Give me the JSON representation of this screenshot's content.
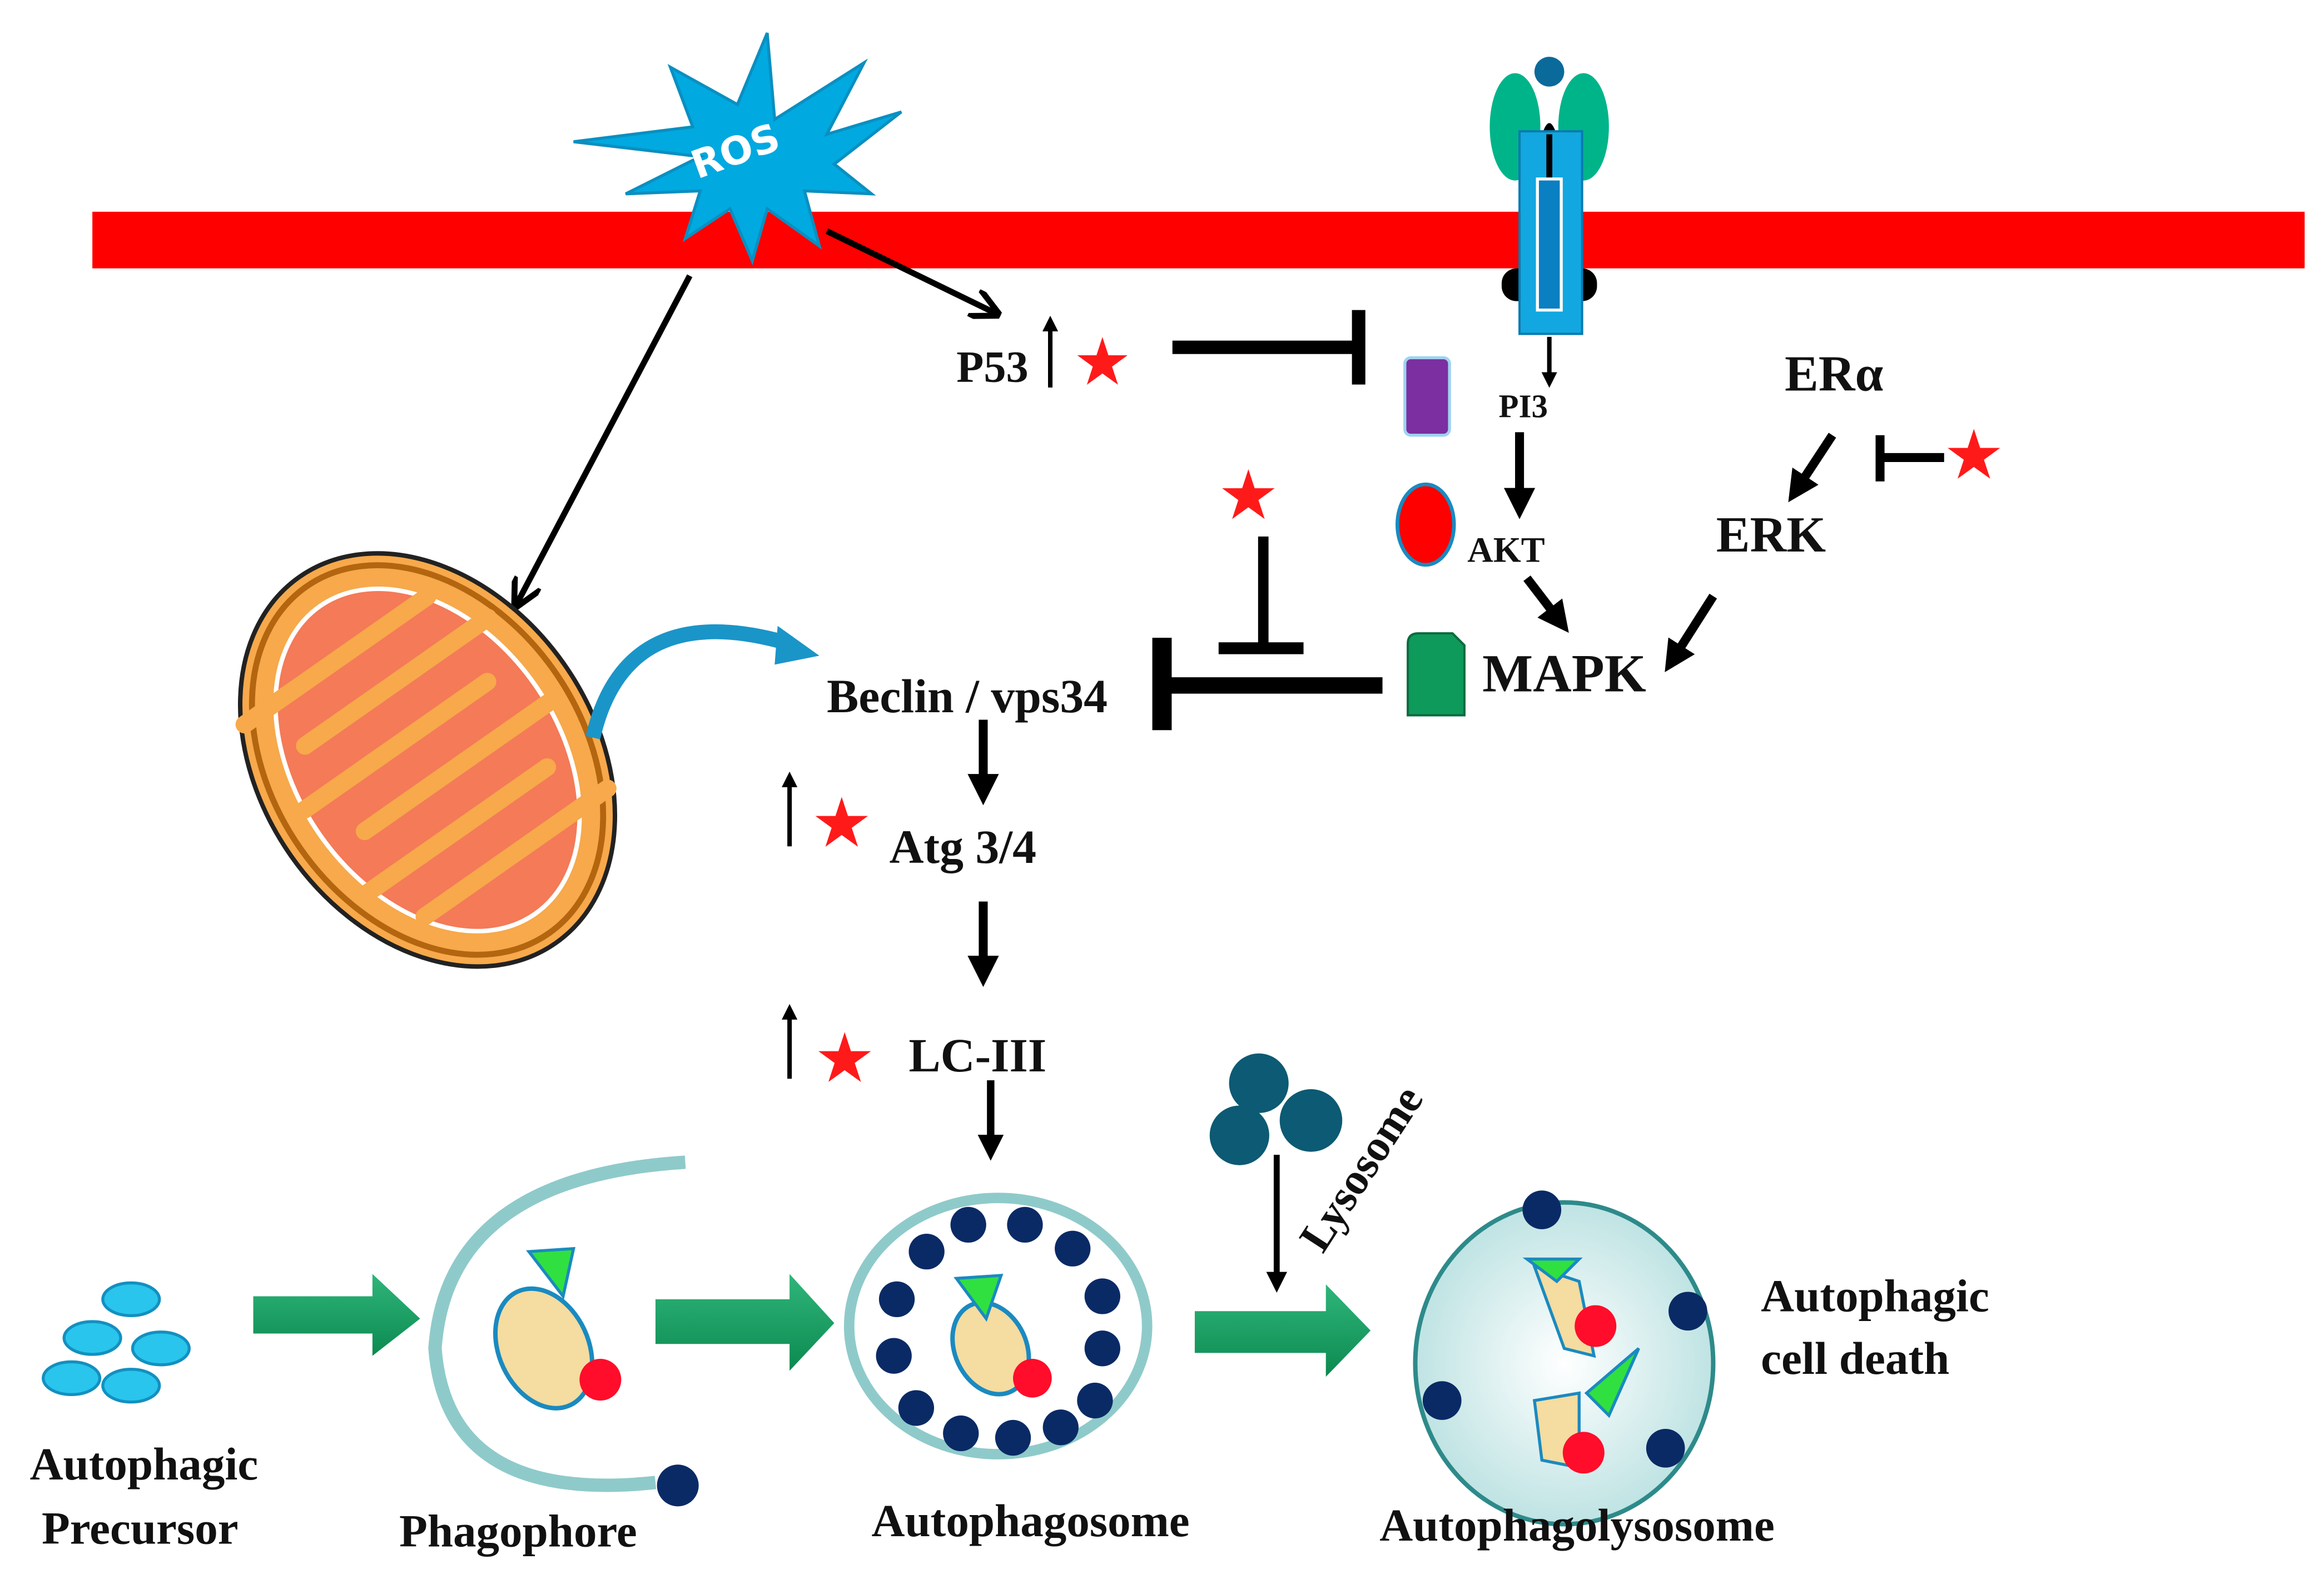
{
  "labels": {
    "ros": "ROS",
    "p53": "P53",
    "pi3": "PI3",
    "akt": "AKT",
    "mapk": "MAPK",
    "era": "ERα",
    "erk": "ERK",
    "beclin": "Beclin / vps34",
    "atg": "Atg 3/4",
    "lc3": "LC-III",
    "lysosome": "Lysosome",
    "precursor_line1": "Autophagic",
    "precursor_line2": "Precursor",
    "phagophore": "Phagophore",
    "autophagosome": "Autophagosome",
    "autophagolysosome": "Autophagolysosome",
    "cell_death_line1": "Autophagic",
    "cell_death_line2": "cell death"
  },
  "colors": {
    "membrane": "#ff0000",
    "ros": "#00a9e0",
    "star": "#ff1a1a",
    "receptor_blue": "#12a7e0",
    "receptor_green": "#00b48a",
    "purple": "#7b2fa0",
    "mapk_green": "#0e9a5a",
    "mito_outer": "#f7a94b",
    "mito_inner": "#f26a4a",
    "lysosome": "#0c5a73",
    "flow_arrow": "#159a5c",
    "vesicle": "#29c5ec"
  }
}
